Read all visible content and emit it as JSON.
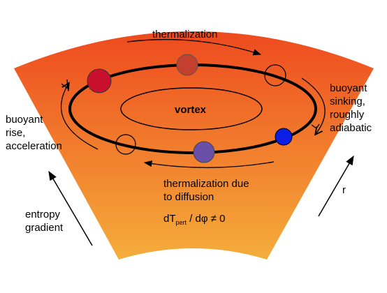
{
  "labels": {
    "thermalization_top": "thermalization",
    "vortex": "vortex",
    "buoyant_sinking": [
      "buoyant",
      "sinking,",
      "roughly",
      "adiabatic"
    ],
    "buoyant_rise": [
      "buoyant",
      "rise,",
      "acceleration"
    ],
    "thermalization_diffusion": [
      "thermalization due",
      "to diffusion"
    ],
    "entropy_gradient": [
      "entropy",
      "gradient"
    ],
    "r": "r",
    "formula": {
      "prefix": "dT",
      "subscript": "pert",
      "suffix": " / dφ ≠ 0"
    }
  },
  "colors": {
    "wedge_top": "#ee4a1e",
    "wedge_bottom": "#f4ad3b",
    "parcel_red": "#c8102e",
    "parcel_brownish_red": "#c4402e",
    "parcel_blue": "#0a1ee6",
    "parcel_purple": "#6a4fa8",
    "parcel_empty": "none"
  }
}
